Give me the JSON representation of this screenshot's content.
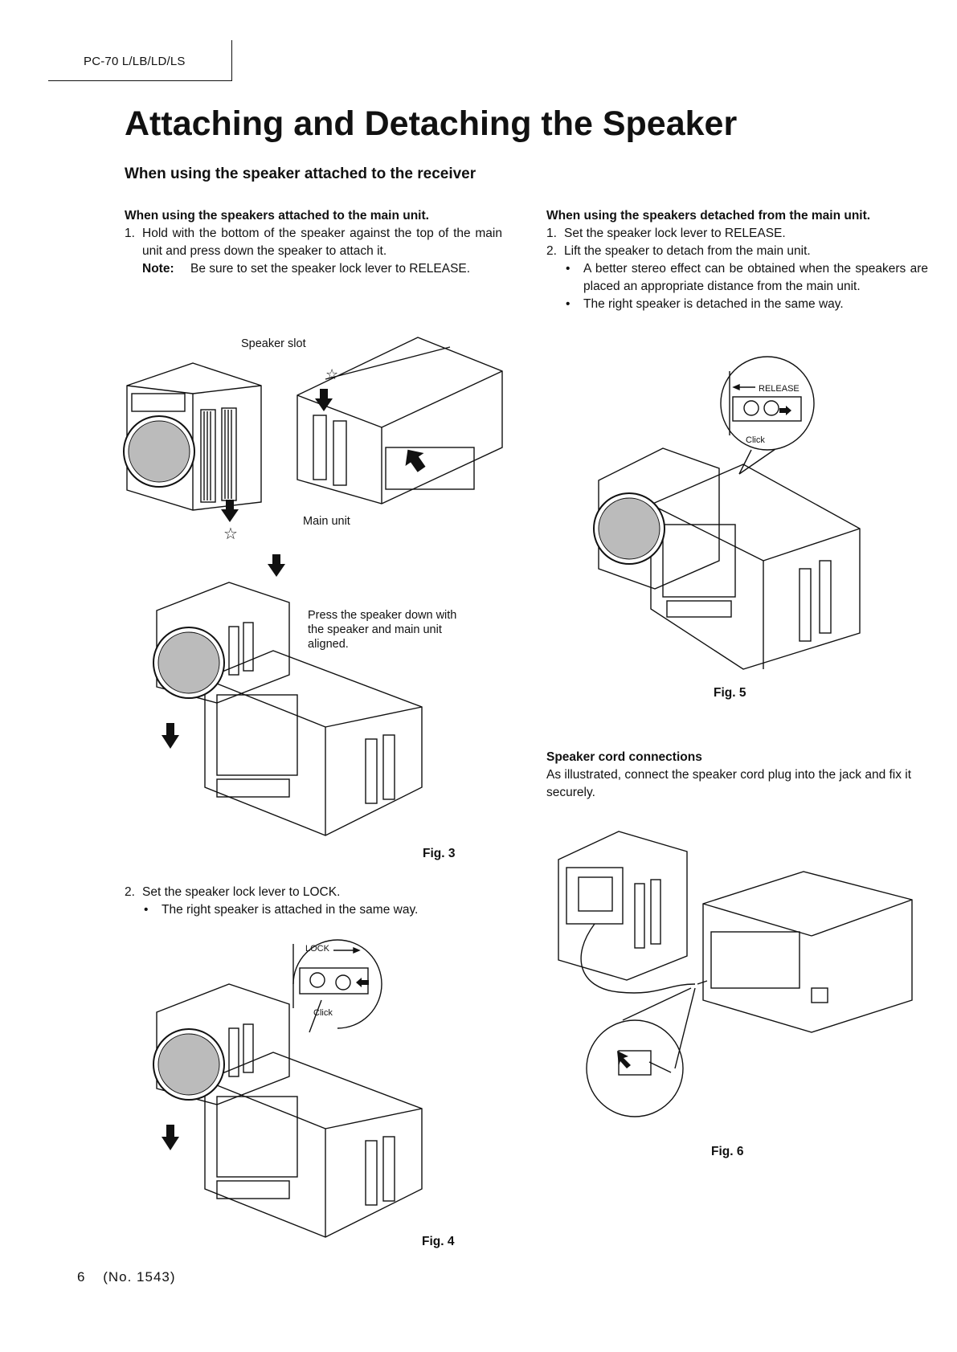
{
  "header": {
    "model": "PC-70 L/LB/LD/LS"
  },
  "title": "Attaching and Detaching the Speaker",
  "subtitle": "When using the speaker attached to the receiver",
  "left": {
    "heading": "When using the speakers attached to the main unit.",
    "step1_num": "1.",
    "step1_text": "Hold with the bottom of the speaker against the top of the main unit and press down the speaker to attach it.",
    "note_label": "Note:",
    "note_text": "Be sure to set the speaker lock lever to RELEASE.",
    "step2_num": "2.",
    "step2_text": "Set the speaker lock lever to LOCK.",
    "step2_bullet": "The right speaker is attached in the same way."
  },
  "right": {
    "heading": "When using the speakers detached from the main unit.",
    "step1_num": "1.",
    "step1_text": "Set the speaker lock lever to RELEASE.",
    "step2_num": "2.",
    "step2_text": "Lift the speaker to detach from the main unit.",
    "bullet1": "A better stereo effect can be obtained when the speakers are placed an appropriate distance from the main unit.",
    "bullet2": "The right speaker is detached in the same way.",
    "cord_heading": "Speaker cord connections",
    "cord_text": "As illustrated, connect the speaker cord plug into the jack and fix it securely."
  },
  "fig3": {
    "label_speaker_slot": "Speaker slot",
    "label_main_unit": "Main unit",
    "label_press": "Press the speaker down with the speaker and main unit aligned.",
    "caption": "Fig. 3"
  },
  "fig4": {
    "lock": "LOCK",
    "click": "Click",
    "caption": "Fig. 4"
  },
  "fig5": {
    "release": "RELEASE",
    "click": "Click",
    "caption": "Fig. 5"
  },
  "fig6": {
    "caption": "Fig. 6"
  },
  "footer": {
    "page": "6",
    "doc_no": "(No. 1543)"
  },
  "icons": [
    "down-arrow-icon",
    "star-icon",
    "speaker-grille-icon"
  ]
}
